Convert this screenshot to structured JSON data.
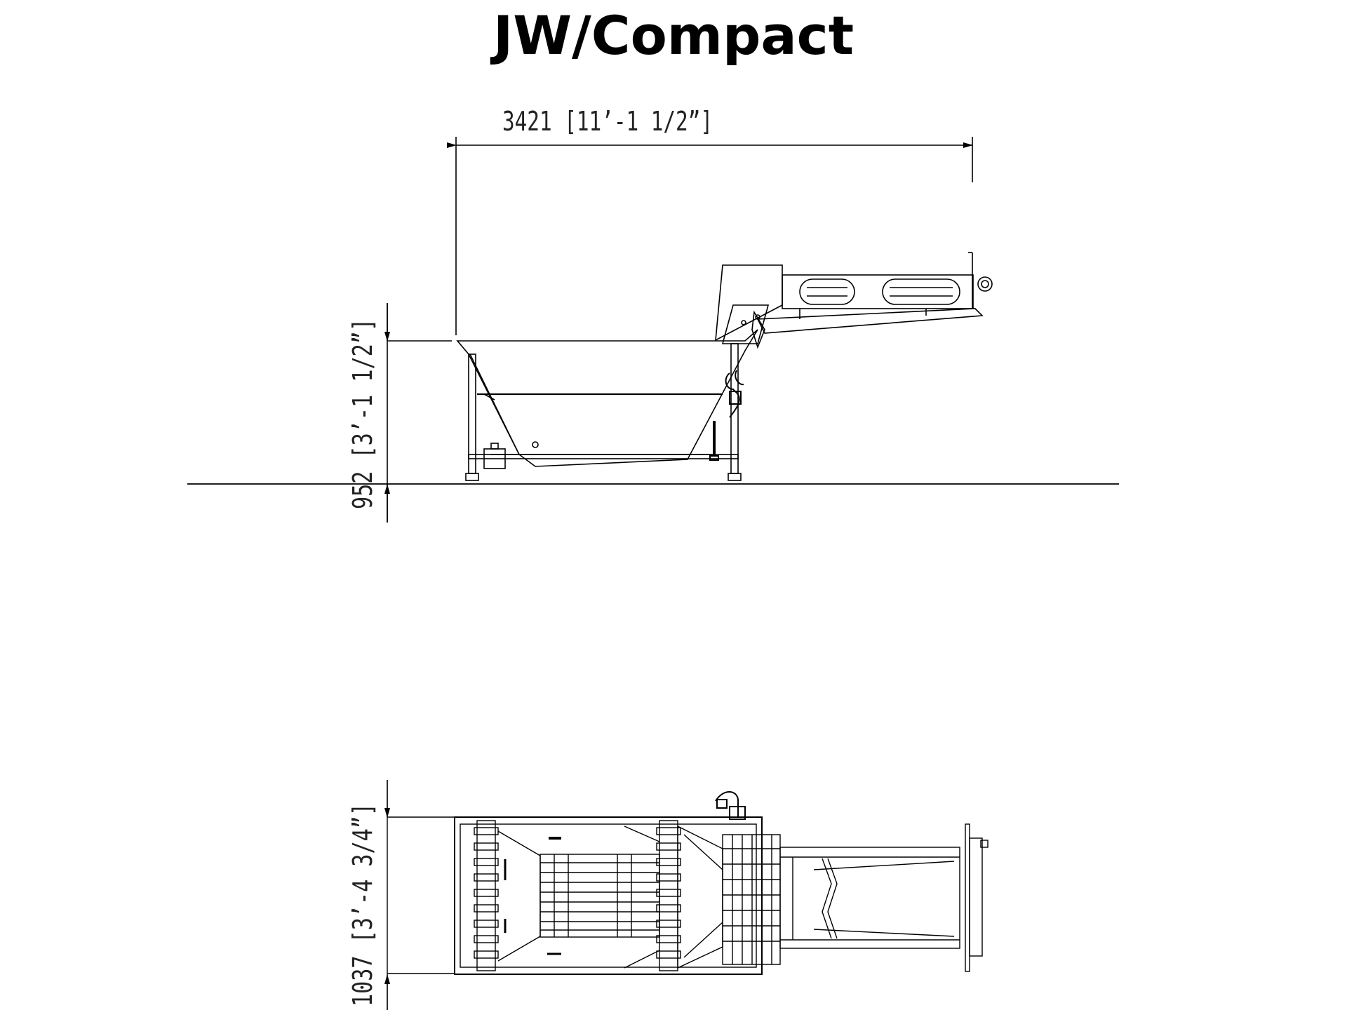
{
  "title": "JW/Compact",
  "side_view": {
    "length_dimension": "3421 [11’-1 1/2”]",
    "height_dimension": "952 [3’-1 1/2”]"
  },
  "top_view": {
    "width_dimension": "1037 [3’-4 3/4”]"
  },
  "colors": {
    "line": "#000000",
    "background": "#ffffff"
  }
}
